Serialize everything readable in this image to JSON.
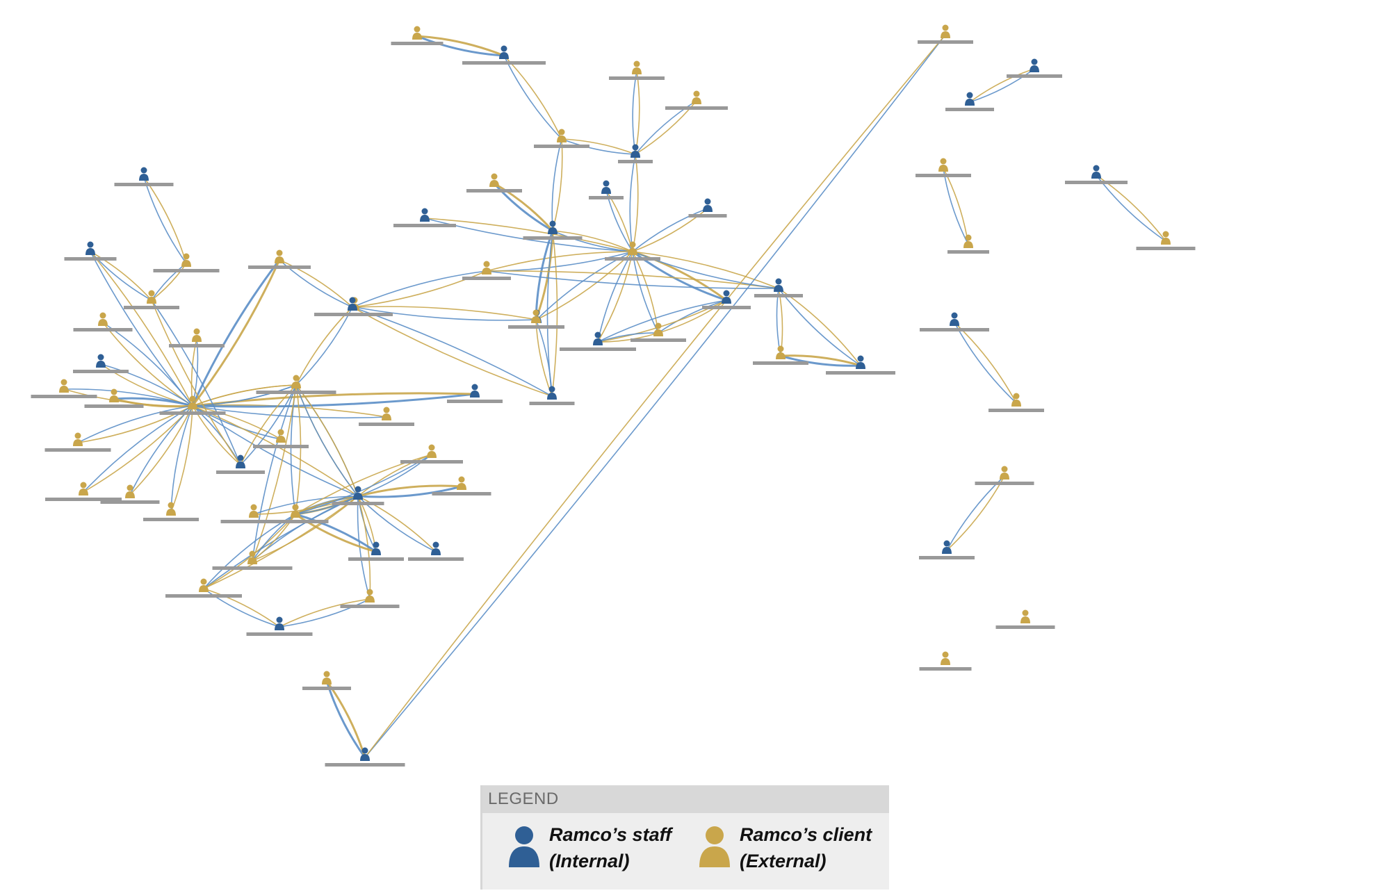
{
  "legend": {
    "title": "LEGEND",
    "items": [
      {
        "label": "Ramco’s staff\n(Internal)",
        "type": "internal"
      },
      {
        "label": "Ramco’s client\n(External)",
        "type": "external"
      }
    ]
  },
  "colors": {
    "internal": "#2f5f95",
    "external": "#c9a64b",
    "edge_internal": "#5b8ec7",
    "edge_external": "#c9a64b",
    "label_bar": "#999999"
  },
  "network": {
    "nodes": [
      {
        "id": "n1",
        "type": "external"
      },
      {
        "id": "n2",
        "type": "internal"
      },
      {
        "id": "n3",
        "type": "external"
      },
      {
        "id": "n4",
        "type": "internal"
      },
      {
        "id": "n5",
        "type": "external"
      },
      {
        "id": "n6",
        "type": "external"
      },
      {
        "id": "n7",
        "type": "external"
      },
      {
        "id": "n8",
        "type": "internal"
      },
      {
        "id": "n9",
        "type": "internal"
      },
      {
        "id": "n10",
        "type": "external"
      },
      {
        "id": "n11",
        "type": "internal"
      },
      {
        "id": "n12",
        "type": "internal"
      },
      {
        "id": "n13",
        "type": "external"
      },
      {
        "id": "n14",
        "type": "external"
      },
      {
        "id": "n15",
        "type": "internal"
      },
      {
        "id": "n16",
        "type": "internal"
      },
      {
        "id": "n17",
        "type": "internal"
      },
      {
        "id": "n18",
        "type": "external"
      },
      {
        "id": "n19",
        "type": "external"
      },
      {
        "id": "n20",
        "type": "internal"
      },
      {
        "id": "n21",
        "type": "internal"
      },
      {
        "id": "n22",
        "type": "internal"
      },
      {
        "id": "n23",
        "type": "external"
      },
      {
        "id": "n24",
        "type": "internal"
      },
      {
        "id": "n25",
        "type": "external"
      },
      {
        "id": "n26",
        "type": "internal"
      },
      {
        "id": "n27",
        "type": "external"
      },
      {
        "id": "n28",
        "type": "external"
      },
      {
        "id": "n29",
        "type": "internal"
      },
      {
        "id": "n30",
        "type": "external"
      },
      {
        "id": "n31",
        "type": "external"
      },
      {
        "id": "n32",
        "type": "external"
      },
      {
        "id": "n33",
        "type": "external"
      },
      {
        "id": "n34",
        "type": "internal"
      },
      {
        "id": "n35",
        "type": "external"
      },
      {
        "id": "n36",
        "type": "external"
      },
      {
        "id": "n37",
        "type": "external"
      },
      {
        "id": "n38",
        "type": "external"
      },
      {
        "id": "n39",
        "type": "internal"
      },
      {
        "id": "n40",
        "type": "external"
      },
      {
        "id": "n41",
        "type": "external"
      },
      {
        "id": "n42",
        "type": "internal"
      },
      {
        "id": "n43",
        "type": "external"
      },
      {
        "id": "n44",
        "type": "external"
      },
      {
        "id": "n45",
        "type": "internal"
      },
      {
        "id": "n46",
        "type": "external"
      },
      {
        "id": "n47",
        "type": "external"
      },
      {
        "id": "n48",
        "type": "external"
      },
      {
        "id": "n49",
        "type": "external"
      },
      {
        "id": "n50",
        "type": "external"
      },
      {
        "id": "n51",
        "type": "internal"
      },
      {
        "id": "n52",
        "type": "external"
      },
      {
        "id": "n53",
        "type": "external"
      },
      {
        "id": "n54",
        "type": "internal"
      },
      {
        "id": "n55",
        "type": "external"
      },
      {
        "id": "n56",
        "type": "internal"
      },
      {
        "id": "n57",
        "type": "external"
      },
      {
        "id": "n58",
        "type": "internal"
      },
      {
        "id": "n59",
        "type": "external"
      },
      {
        "id": "n60",
        "type": "internal"
      },
      {
        "id": "n61",
        "type": "internal"
      },
      {
        "id": "n62",
        "type": "external"
      },
      {
        "id": "n63",
        "type": "external"
      },
      {
        "id": "n64",
        "type": "internal"
      },
      {
        "id": "n65",
        "type": "external"
      },
      {
        "id": "n66",
        "type": "internal"
      }
    ],
    "edges": [
      [
        "n1",
        "n2"
      ],
      [
        "n2",
        "n3"
      ],
      [
        "n3",
        "n4"
      ],
      [
        "n5",
        "n4"
      ],
      [
        "n6",
        "n4"
      ],
      [
        "n4",
        "n10"
      ],
      [
        "n3",
        "n11"
      ],
      [
        "n7",
        "n11"
      ],
      [
        "n11",
        "n10"
      ],
      [
        "n9",
        "n10"
      ],
      [
        "n12",
        "n10"
      ],
      [
        "n8",
        "n10"
      ],
      [
        "n13",
        "n10"
      ],
      [
        "n14",
        "n16"
      ],
      [
        "n10",
        "n15"
      ],
      [
        "n10",
        "n16"
      ],
      [
        "n10",
        "n17"
      ],
      [
        "n10",
        "n18"
      ],
      [
        "n15",
        "n18"
      ],
      [
        "n15",
        "n17"
      ],
      [
        "n18",
        "n17"
      ],
      [
        "n11",
        "n19"
      ],
      [
        "n11",
        "n20"
      ],
      [
        "n20",
        "n19"
      ],
      [
        "n13",
        "n21"
      ],
      [
        "n21",
        "n22"
      ],
      [
        "n10",
        "n21"
      ],
      [
        "n21",
        "n23"
      ],
      [
        "n23",
        "n22"
      ],
      [
        "n20",
        "n29"
      ],
      [
        "n24",
        "n25"
      ],
      [
        "n25",
        "n27"
      ],
      [
        "n26",
        "n27"
      ],
      [
        "n28",
        "n29"
      ],
      [
        "n13",
        "n29"
      ],
      [
        "n28",
        "n30"
      ],
      [
        "n26",
        "n30"
      ],
      [
        "n30",
        "n31"
      ],
      [
        "n30",
        "n32"
      ],
      [
        "n30",
        "n33"
      ],
      [
        "n30",
        "n34"
      ],
      [
        "n30",
        "n35"
      ],
      [
        "n30",
        "n36"
      ],
      [
        "n30",
        "n37"
      ],
      [
        "n30",
        "n38"
      ],
      [
        "n30",
        "n40"
      ],
      [
        "n30",
        "n41"
      ],
      [
        "n30",
        "n43"
      ],
      [
        "n30",
        "n44"
      ],
      [
        "n30",
        "n45"
      ],
      [
        "n30",
        "n31"
      ],
      [
        "n30",
        "n42"
      ],
      [
        "n39",
        "n30"
      ],
      [
        "n39",
        "n27"
      ],
      [
        "n39",
        "n31"
      ],
      [
        "n42",
        "n31"
      ],
      [
        "n42",
        "n49"
      ],
      [
        "n31",
        "n29"
      ],
      [
        "n31",
        "n42"
      ],
      [
        "n31",
        "n52"
      ],
      [
        "n49",
        "n42"
      ],
      [
        "n31",
        "n50"
      ],
      [
        "n42",
        "n46"
      ],
      [
        "n42",
        "n47"
      ],
      [
        "n42",
        "n48"
      ],
      [
        "n42",
        "n50"
      ],
      [
        "n42",
        "n51"
      ],
      [
        "n42",
        "n53"
      ],
      [
        "n42",
        "n55"
      ],
      [
        "n42",
        "n56"
      ],
      [
        "n51",
        "n52"
      ],
      [
        "n49",
        "n46"
      ],
      [
        "n49",
        "n52"
      ],
      [
        "n49",
        "n53"
      ],
      [
        "n53",
        "n54"
      ],
      [
        "n54",
        "n55"
      ],
      [
        "n49",
        "n50"
      ],
      [
        "n57",
        "n58"
      ],
      [
        "n58",
        "n59"
      ],
      [
        "n60",
        "n61"
      ],
      [
        "n62",
        "n63"
      ],
      [
        "n64",
        "n65"
      ],
      [
        "n66",
        "n67"
      ],
      [
        "n68",
        "n69"
      ]
    ]
  }
}
